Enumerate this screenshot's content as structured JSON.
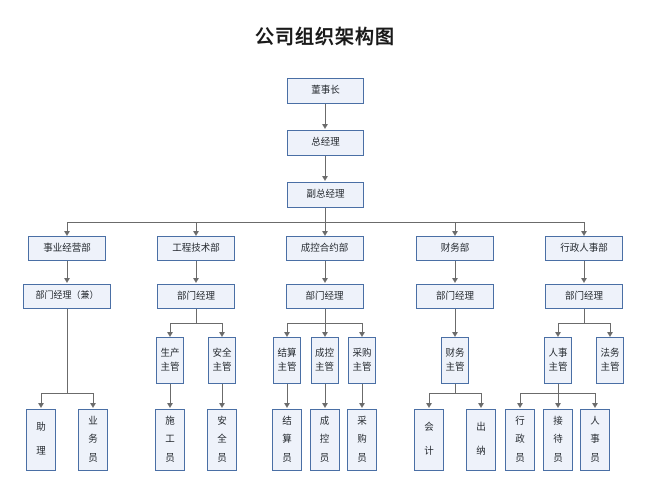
{
  "title": "公司组织架构图",
  "colors": {
    "box_fill": "#eef2fa",
    "box_border": "#4a6fa5",
    "connector": "#6b6b6b",
    "title_color": "#1a1a1a"
  },
  "chart_data": {
    "type": "diagram",
    "diagram_type": "organizational-chart",
    "orientation": "top-down",
    "title": "公司组织架构图",
    "levels": [
      {
        "level": 1,
        "nodes": [
          "董事长"
        ]
      },
      {
        "level": 2,
        "nodes": [
          "总经理"
        ]
      },
      {
        "level": 3,
        "nodes": [
          "副总经理"
        ]
      },
      {
        "level": 4,
        "nodes": [
          "事业经营部",
          "工程技术部",
          "成控合约部",
          "财务部",
          "行政人事部"
        ]
      },
      {
        "level": 5,
        "nodes": [
          "部门经理（兼）",
          "部门经理",
          "部门经理",
          "部门经理",
          "部门经理"
        ]
      },
      {
        "level": 6,
        "nodes": [
          "生产主管",
          "安全主管",
          "结算主管",
          "成控主管",
          "采购主管",
          "财务主管",
          "人事主管",
          "法务主管"
        ]
      },
      {
        "level": 7,
        "nodes": [
          "助理",
          "业务员",
          "施工员",
          "安全员",
          "结算员",
          "成控员",
          "采购员",
          "会计",
          "出纳",
          "行政员",
          "接待员",
          "人事员"
        ]
      }
    ],
    "edges": [
      {
        "from": "董事长",
        "to": "总经理"
      },
      {
        "from": "总经理",
        "to": "副总经理"
      },
      {
        "from": "副总经理",
        "to": "事业经营部"
      },
      {
        "from": "副总经理",
        "to": "工程技术部"
      },
      {
        "from": "副总经理",
        "to": "成控合约部"
      },
      {
        "from": "副总经理",
        "to": "财务部"
      },
      {
        "from": "副总经理",
        "to": "行政人事部"
      },
      {
        "from": "事业经营部",
        "to": "部门经理（兼）"
      },
      {
        "from": "工程技术部",
        "to": "部门经理"
      },
      {
        "from": "成控合约部",
        "to": "部门经理"
      },
      {
        "from": "财务部",
        "to": "部门经理"
      },
      {
        "from": "行政人事部",
        "to": "部门经理"
      },
      {
        "from": "部门经理（兼）",
        "to": "助理"
      },
      {
        "from": "部门经理（兼）",
        "to": "业务员"
      },
      {
        "from": "部门经理",
        "to": "生产主管"
      },
      {
        "from": "部门经理",
        "to": "安全主管"
      },
      {
        "from": "生产主管",
        "to": "施工员"
      },
      {
        "from": "安全主管",
        "to": "安全员"
      },
      {
        "from": "部门经理",
        "to": "结算主管"
      },
      {
        "from": "部门经理",
        "to": "成控主管"
      },
      {
        "from": "部门经理",
        "to": "采购主管"
      },
      {
        "from": "结算主管",
        "to": "结算员"
      },
      {
        "from": "成控主管",
        "to": "成控员"
      },
      {
        "from": "采购主管",
        "to": "采购员"
      },
      {
        "from": "部门经理",
        "to": "财务主管"
      },
      {
        "from": "财务主管",
        "to": "会计"
      },
      {
        "from": "财务主管",
        "to": "出纳"
      },
      {
        "from": "部门经理",
        "to": "人事主管"
      },
      {
        "from": "部门经理",
        "to": "法务主管"
      },
      {
        "from": "人事主管",
        "to": "行政员"
      },
      {
        "from": "人事主管",
        "to": "接待员"
      },
      {
        "from": "人事主管",
        "to": "人事员"
      }
    ]
  },
  "nodes": {
    "chairman": "董事长",
    "general_manager": "总经理",
    "deputy_general_manager": "副总经理",
    "dept_business": "事业经营部",
    "dept_engineering": "工程技术部",
    "dept_cost_contract": "成控合约部",
    "dept_finance": "财务部",
    "dept_admin_hr": "行政人事部",
    "mgr_business": "部门经理（兼）",
    "mgr_engineering": "部门经理",
    "mgr_cost_contract": "部门经理",
    "mgr_finance": "部门经理",
    "mgr_admin_hr": "部门经理",
    "sup_production": [
      "生产",
      "主管"
    ],
    "sup_safety": [
      "安全",
      "主管"
    ],
    "sup_settlement": [
      "结算",
      "主管"
    ],
    "sup_cost_control": [
      "成控",
      "主管"
    ],
    "sup_procurement": [
      "采购",
      "主管"
    ],
    "sup_finance": [
      "财务",
      "主管"
    ],
    "sup_hr": [
      "人事",
      "主管"
    ],
    "sup_legal": [
      "法务",
      "主管"
    ],
    "staff_assistant": [
      "助",
      "理"
    ],
    "staff_business": [
      "业",
      "务",
      "员"
    ],
    "staff_construction": [
      "施",
      "工",
      "员"
    ],
    "staff_safety": [
      "安",
      "全",
      "员"
    ],
    "staff_settlement": [
      "结",
      "算",
      "员"
    ],
    "staff_cost_control": [
      "成",
      "控",
      "员"
    ],
    "staff_procurement": [
      "采",
      "购",
      "员"
    ],
    "staff_accountant": [
      "会",
      "计"
    ],
    "staff_cashier": [
      "出",
      "纳"
    ],
    "staff_admin": [
      "行",
      "政",
      "员"
    ],
    "staff_reception": [
      "接",
      "待",
      "员"
    ],
    "staff_hr": [
      "人",
      "事",
      "员"
    ]
  }
}
